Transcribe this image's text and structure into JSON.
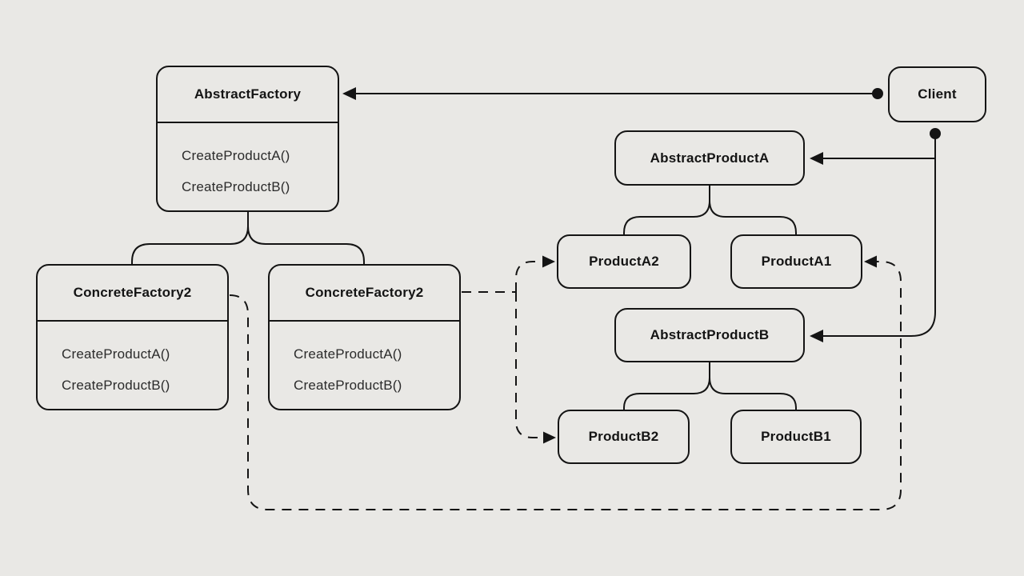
{
  "colors": {
    "background": "#e9e8e5",
    "stroke": "#141414",
    "text": "#141414",
    "method_text": "#2b2b2b"
  },
  "nodes": {
    "abstract_factory": {
      "title": "AbstractFactory",
      "methods": [
        "CreateProductA()",
        "CreateProductB()"
      ]
    },
    "concrete_factory_left": {
      "title": "ConcreteFactory2",
      "methods": [
        "CreateProductA()",
        "CreateProductB()"
      ]
    },
    "concrete_factory_mid": {
      "title": "ConcreteFactory2",
      "methods": [
        "CreateProductA()",
        "CreateProductB()"
      ]
    },
    "client": {
      "title": "Client"
    },
    "abstract_product_a": {
      "title": "AbstractProductA"
    },
    "product_a2": {
      "title": "ProductA2"
    },
    "product_a1": {
      "title": "ProductA1"
    },
    "abstract_product_b": {
      "title": "AbstractProductB"
    },
    "product_b2": {
      "title": "ProductB2"
    },
    "product_b1": {
      "title": "ProductB1"
    }
  },
  "edges": [
    {
      "from": "Client",
      "to": "AbstractFactory",
      "style": "solid-arrow-with-dot"
    },
    {
      "from": "Client",
      "to": "AbstractProductA",
      "style": "solid-arrow-with-dot"
    },
    {
      "from": "Client",
      "to": "AbstractProductB",
      "style": "solid-arrow-with-dot"
    },
    {
      "from": "AbstractFactory",
      "to": "ConcreteFactory2 (left)",
      "style": "tree-connector"
    },
    {
      "from": "AbstractFactory",
      "to": "ConcreteFactory2 (middle)",
      "style": "tree-connector"
    },
    {
      "from": "AbstractProductA",
      "to": "ProductA2",
      "style": "tree-connector"
    },
    {
      "from": "AbstractProductA",
      "to": "ProductA1",
      "style": "tree-connector"
    },
    {
      "from": "AbstractProductB",
      "to": "ProductB2",
      "style": "tree-connector"
    },
    {
      "from": "AbstractProductB",
      "to": "ProductB1",
      "style": "tree-connector"
    },
    {
      "from": "ConcreteFactory2 (left)",
      "to": "ProductA1",
      "style": "dashed-arrow"
    },
    {
      "from": "ConcreteFactory2 (middle)",
      "to": "ProductA2",
      "style": "dashed-arrow"
    },
    {
      "from": "ConcreteFactory2 (middle)",
      "to": "ProductB2",
      "style": "dashed-arrow"
    }
  ]
}
